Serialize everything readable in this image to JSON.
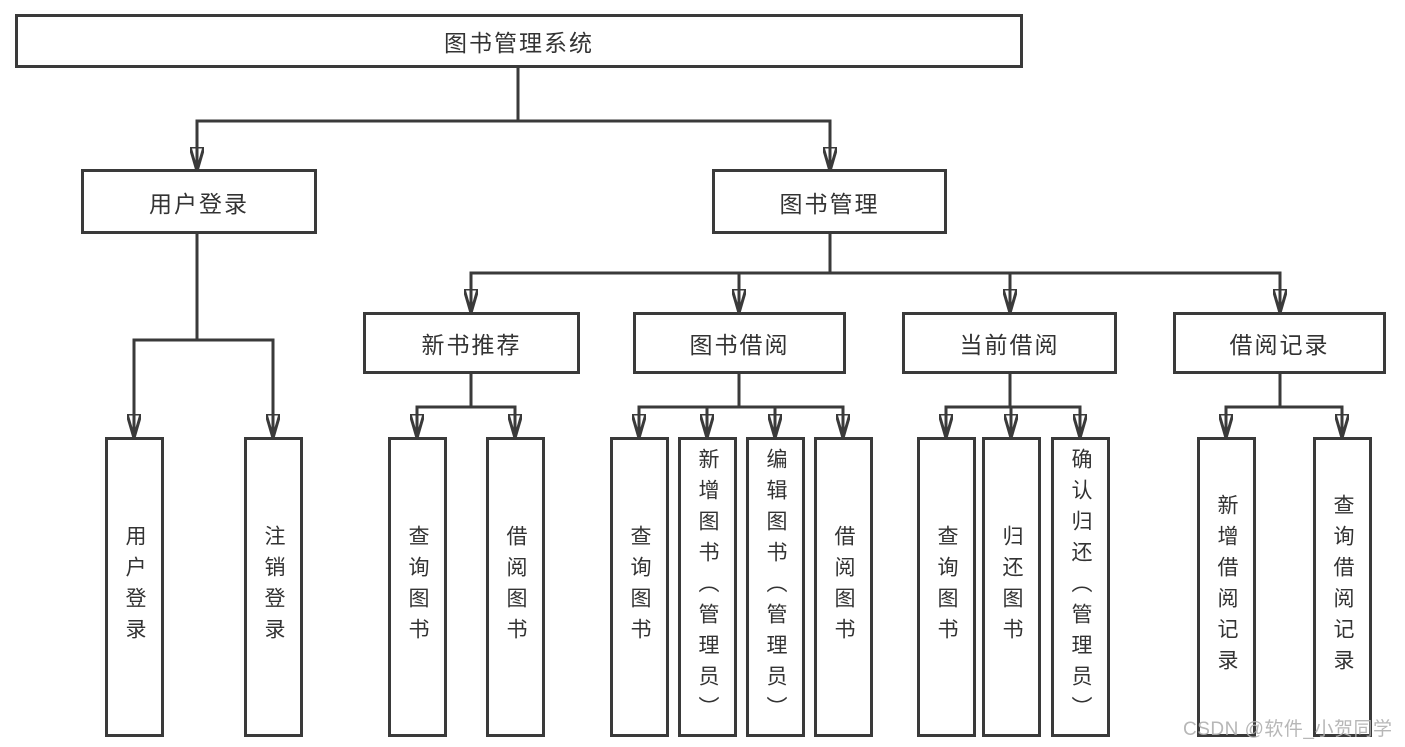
{
  "tree": {
    "root": {
      "label": "图书管理系统"
    },
    "level2": [
      {
        "label": "用户登录",
        "parent": "图书管理系统"
      },
      {
        "label": "图书管理",
        "parent": "图书管理系统"
      }
    ],
    "level3": [
      {
        "label": "新书推荐",
        "parent": "图书管理"
      },
      {
        "label": "图书借阅",
        "parent": "图书管理"
      },
      {
        "label": "当前借阅",
        "parent": "图书管理"
      },
      {
        "label": "借阅记录",
        "parent": "图书管理"
      }
    ],
    "leaves": [
      {
        "label": "用户登录",
        "parent": "用户登录"
      },
      {
        "label": "注销登录",
        "parent": "用户登录"
      },
      {
        "label": "查询图书",
        "parent": "新书推荐"
      },
      {
        "label": "借阅图书",
        "parent": "新书推荐"
      },
      {
        "label": "查询图书",
        "parent": "图书借阅"
      },
      {
        "label": "新增图书（管理员）",
        "parent": "图书借阅"
      },
      {
        "label": "编辑图书（管理员）",
        "parent": "图书借阅"
      },
      {
        "label": "借阅图书",
        "parent": "图书借阅"
      },
      {
        "label": "查询图书",
        "parent": "当前借阅"
      },
      {
        "label": "归还图书",
        "parent": "当前借阅"
      },
      {
        "label": "确认归还（管理员）",
        "parent": "当前借阅"
      },
      {
        "label": "新增借阅记录",
        "parent": "借阅记录"
      },
      {
        "label": "查询借阅记录",
        "parent": "借阅记录"
      }
    ]
  },
  "watermark": {
    "text": "CSDN @软件_小贺同学"
  },
  "colors": {
    "line": "#3a3a3a",
    "box_border": "#3a3a3a",
    "box_fill": "#ffffff",
    "background": "#ffffff",
    "text": "#333333",
    "watermark": "#b0b0b0"
  }
}
